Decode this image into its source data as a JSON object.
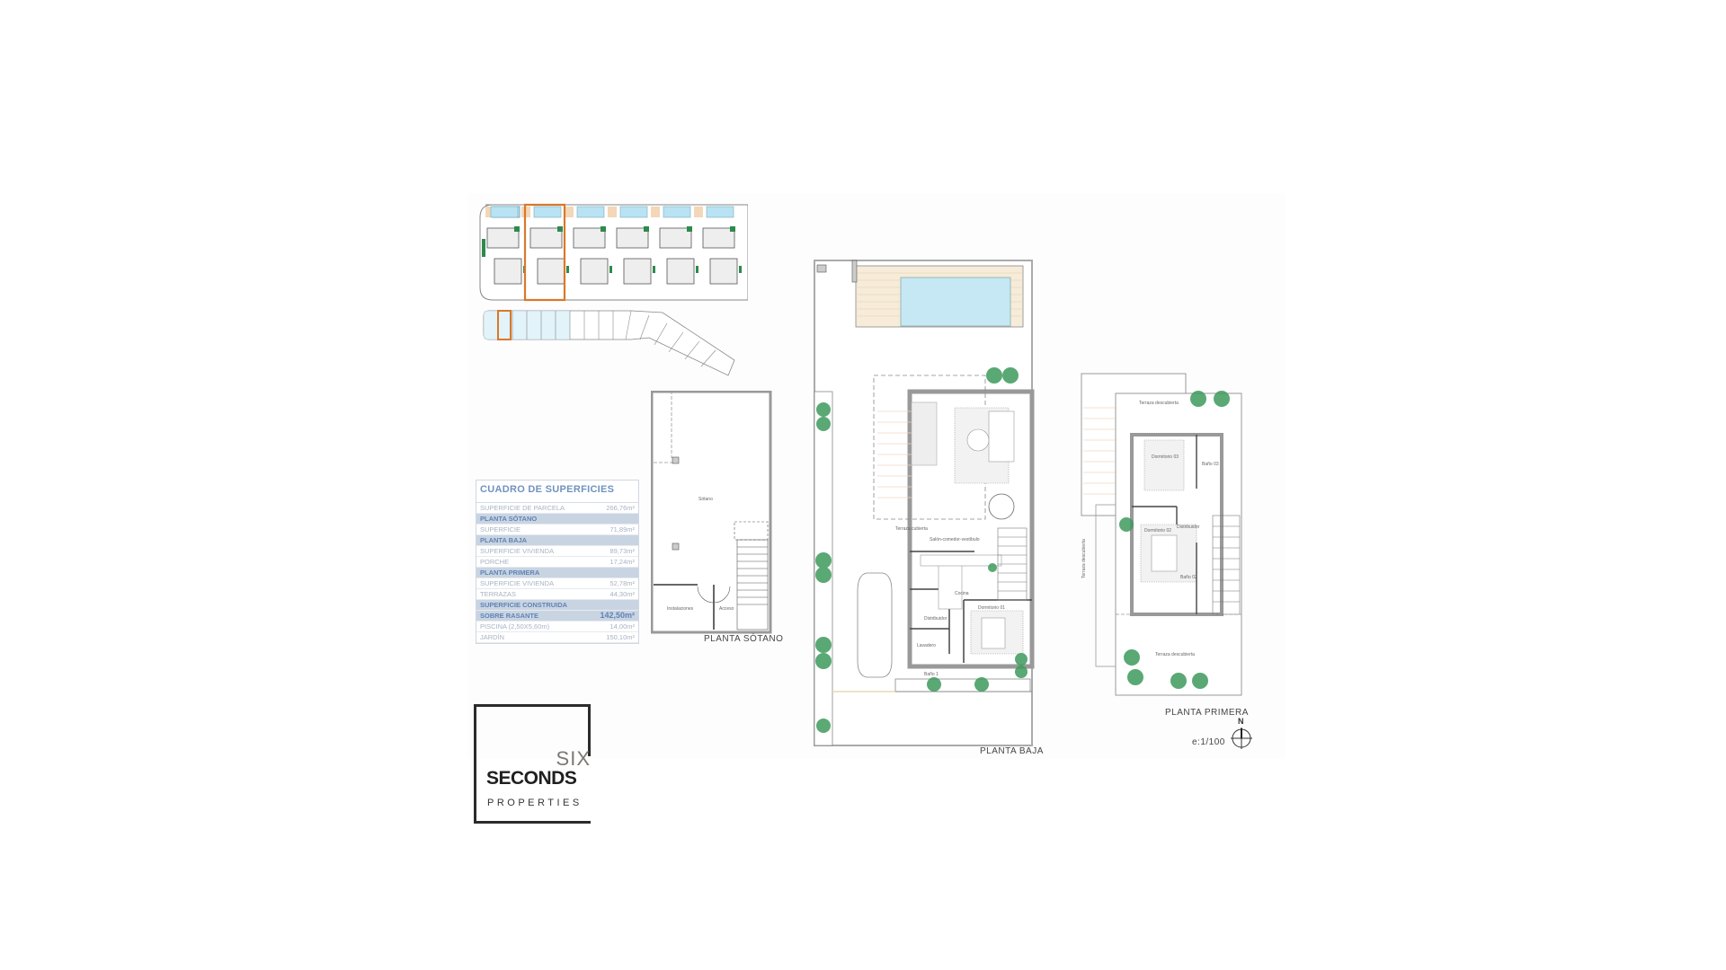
{
  "surfaces_table": {
    "title": "CUADRO DE SUPERFICIES",
    "rows": [
      {
        "type": "row",
        "label": "SUPERFICIE DE PARCELA",
        "value": "266,76m²"
      },
      {
        "type": "head",
        "label": "PLANTA SÓTANO",
        "value": ""
      },
      {
        "type": "row",
        "label": "SUPERFICIE",
        "value": "71,89m²"
      },
      {
        "type": "head",
        "label": "PLANTA BAJA",
        "value": ""
      },
      {
        "type": "row",
        "label": "SUPERFICIE VIVIENDA",
        "value": "89,73m²"
      },
      {
        "type": "row",
        "label": "PORCHE",
        "value": "17,24m²"
      },
      {
        "type": "head",
        "label": "PLANTA PRIMERA",
        "value": ""
      },
      {
        "type": "row",
        "label": "SUPERFICIE VIVIENDA",
        "value": "52,78m²"
      },
      {
        "type": "row",
        "label": "TERRAZAS",
        "value": "44,30m²"
      },
      {
        "type": "head",
        "label": "SUPERFICIE CONSTRUIDA",
        "value": ""
      },
      {
        "type": "total",
        "label": "SOBRE RASANTE",
        "value": "142,50m²"
      },
      {
        "type": "row",
        "label": "PISCINA (2,50X5,60m)",
        "value": "14,00m²"
      },
      {
        "type": "row",
        "label": "JARDÍN",
        "value": "150,10m²"
      }
    ]
  },
  "logo": {
    "line1": "SIX",
    "line2": "SECONDS",
    "line3": "PROPERTIES"
  },
  "plans": {
    "basement": {
      "label": "PLANTA SÓTANO",
      "rooms": {
        "main": "Sótano",
        "installations": "Instalaciones",
        "access": "Acceso"
      }
    },
    "ground": {
      "label": "PLANTA BAJA",
      "rooms": {
        "covered_terrace": "Terraza cubierta",
        "living": "Salón-comedor-vestíbulo",
        "kitchen": "Cocina",
        "hall": "Distribuidor",
        "laundry": "Lavadero",
        "bath1": "Baño 1",
        "bedroom1": "Dormitorio 01"
      }
    },
    "first": {
      "label": "PLANTA PRIMERA",
      "rooms": {
        "terrace_top": "Terraza descubierta",
        "bedroom3": "Dormitorio 03",
        "bath3": "Baño 03",
        "hall": "Distribuidor",
        "terrace_side": "Terraza descubierta",
        "bedroom2": "Dormitorio 02",
        "bath2": "Baño 02",
        "terrace_bottom": "Terraza descubierta"
      }
    }
  },
  "scale": "e:1/100",
  "north": "N",
  "colors": {
    "pool": "#b9e3f3",
    "deck": "#f3e6d0",
    "plant": "#3e9a5c",
    "highlight": "#d9782a",
    "wall": "#9a9a9a",
    "table_head": "#c9d4e2",
    "table_text": "#6f92bd"
  }
}
